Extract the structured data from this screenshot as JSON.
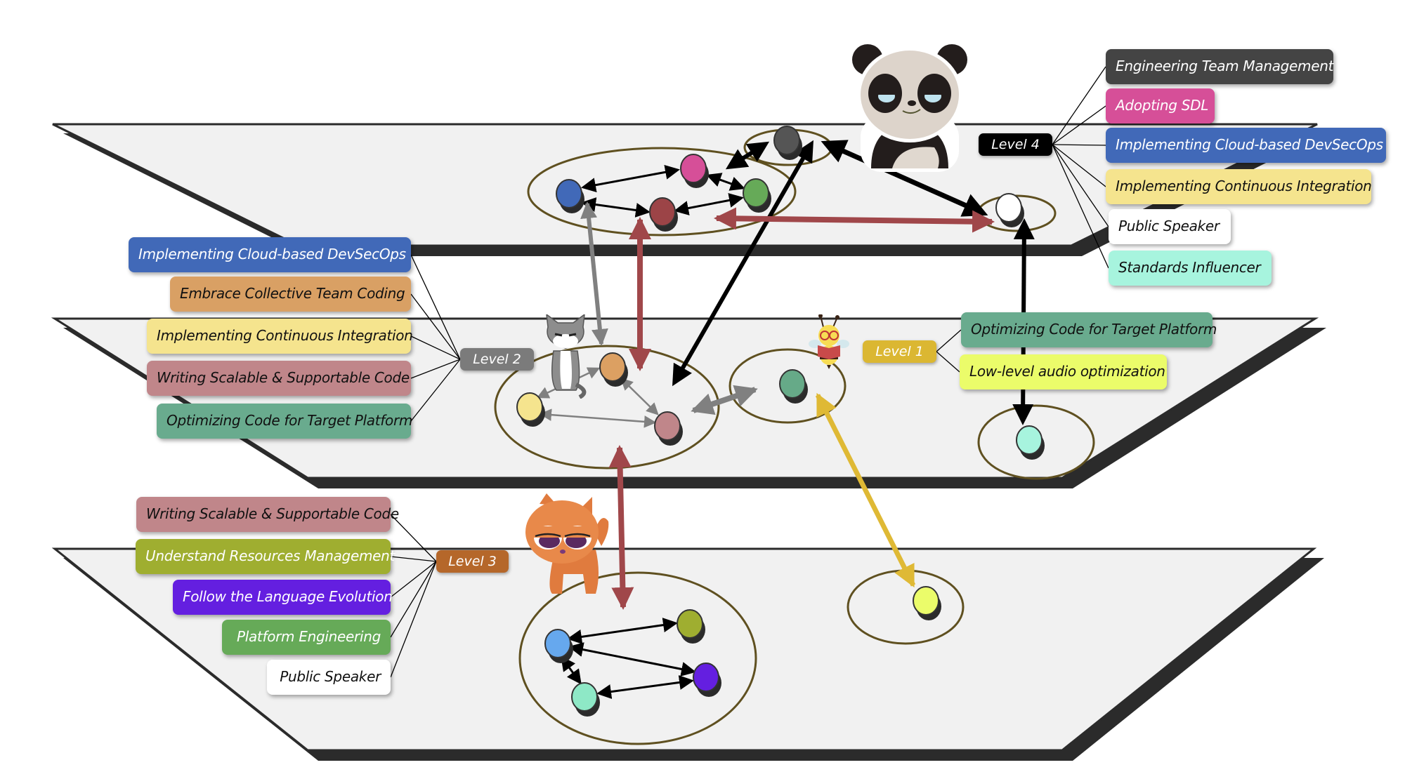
{
  "title": "Skill levels diagram",
  "levels": {
    "level4": {
      "label": "Level 4",
      "color": "#000000",
      "mascot": "panda",
      "skills": [
        {
          "label": "Engineering Team Management",
          "bg": "#444444",
          "fg": "#ffffff"
        },
        {
          "label": "Adopting SDL",
          "bg": "#d64f98",
          "fg": "#ffffff"
        },
        {
          "label": "Implementing Cloud-based DevSecOps",
          "bg": "#4169b8",
          "fg": "#ffffff"
        },
        {
          "label": "Implementing Continuous Integration",
          "bg": "#f5e48e",
          "fg": "#111111"
        },
        {
          "label": "Public Speaker",
          "bg": "#ffffff",
          "fg": "#111111"
        },
        {
          "label": "Standards Influencer",
          "bg": "#a7f4de",
          "fg": "#111111"
        }
      ]
    },
    "level2": {
      "label": "Level 2",
      "color": "#7b7b7b",
      "mascot": "grey-cat",
      "skills": [
        {
          "label": "Implementing Cloud-based DevSecOps",
          "bg": "#4169b8",
          "fg": "#ffffff"
        },
        {
          "label": "Embrace Collective Team Coding",
          "bg": "#d9a064",
          "fg": "#111111"
        },
        {
          "label": "Implementing Continuous Integration",
          "bg": "#f5e48e",
          "fg": "#111111"
        },
        {
          "label": "Writing Scalable & Supportable Code",
          "bg": "#c0868a",
          "fg": "#111111"
        },
        {
          "label": "Optimizing Code for Target Platform",
          "bg": "#69ab8e",
          "fg": "#111111"
        }
      ]
    },
    "level1": {
      "label": "Level 1",
      "color": "#dbb732",
      "mascot": "bee",
      "skills": [
        {
          "label": "Optimizing Code for Target Platform",
          "bg": "#69ab8e",
          "fg": "#111111"
        },
        {
          "label": "Low-level audio optimization",
          "bg": "#ebfc6a",
          "fg": "#111111"
        }
      ]
    },
    "level3": {
      "label": "Level 3",
      "color": "#b5672a",
      "mascot": "orange-cat",
      "skills": [
        {
          "label": "Writing Scalable & Supportable Code",
          "bg": "#c0868a",
          "fg": "#111111"
        },
        {
          "label": "Understand Resources Management",
          "bg": "#9fae30",
          "fg": "#ffffff"
        },
        {
          "label": "Follow the Language Evolution",
          "bg": "#641fe0",
          "fg": "#ffffff"
        },
        {
          "label": "Platform Engineering",
          "bg": "#66aa58",
          "fg": "#ffffff"
        },
        {
          "label": "Public Speaker",
          "bg": "#ffffff",
          "fg": "#111111"
        }
      ]
    }
  },
  "nodes": [
    {
      "id": "l4-grey",
      "color": "#555555",
      "plane": "top"
    },
    {
      "id": "l4-blue",
      "color": "#4169b8",
      "plane": "top"
    },
    {
      "id": "l4-pink",
      "color": "#d64f98",
      "plane": "top"
    },
    {
      "id": "l4-green",
      "color": "#66aa58",
      "plane": "top"
    },
    {
      "id": "l4-red",
      "color": "#9c4447",
      "plane": "top"
    },
    {
      "id": "l4-white",
      "color": "#ffffff",
      "plane": "top"
    },
    {
      "id": "l2-orange",
      "color": "#dca062",
      "plane": "middle"
    },
    {
      "id": "l2-yellow",
      "color": "#f5e48e",
      "plane": "middle"
    },
    {
      "id": "l2-rose",
      "color": "#c0868a",
      "plane": "middle"
    },
    {
      "id": "l1-teal",
      "color": "#66aa88",
      "plane": "middle"
    },
    {
      "id": "l4b-mint",
      "color": "#a7f4de",
      "plane": "middle"
    },
    {
      "id": "l3-blue",
      "color": "#66a8ee",
      "plane": "bottom"
    },
    {
      "id": "l3-olive",
      "color": "#9fae30",
      "plane": "bottom"
    },
    {
      "id": "l3-purple",
      "color": "#641fe0",
      "plane": "bottom"
    },
    {
      "id": "l3-mint",
      "color": "#8ee8c6",
      "plane": "bottom"
    },
    {
      "id": "l1-yellow",
      "color": "#ebfc6a",
      "plane": "bottom"
    }
  ],
  "colors": {
    "plane_fill": "#f1f1f1",
    "plane_edge": "#2b2b2b",
    "cluster_ring": "#5f5020",
    "arrow_black": "#000000",
    "arrow_red": "#a0474a",
    "arrow_grey": "#808080",
    "arrow_yellow": "#dfb935"
  }
}
